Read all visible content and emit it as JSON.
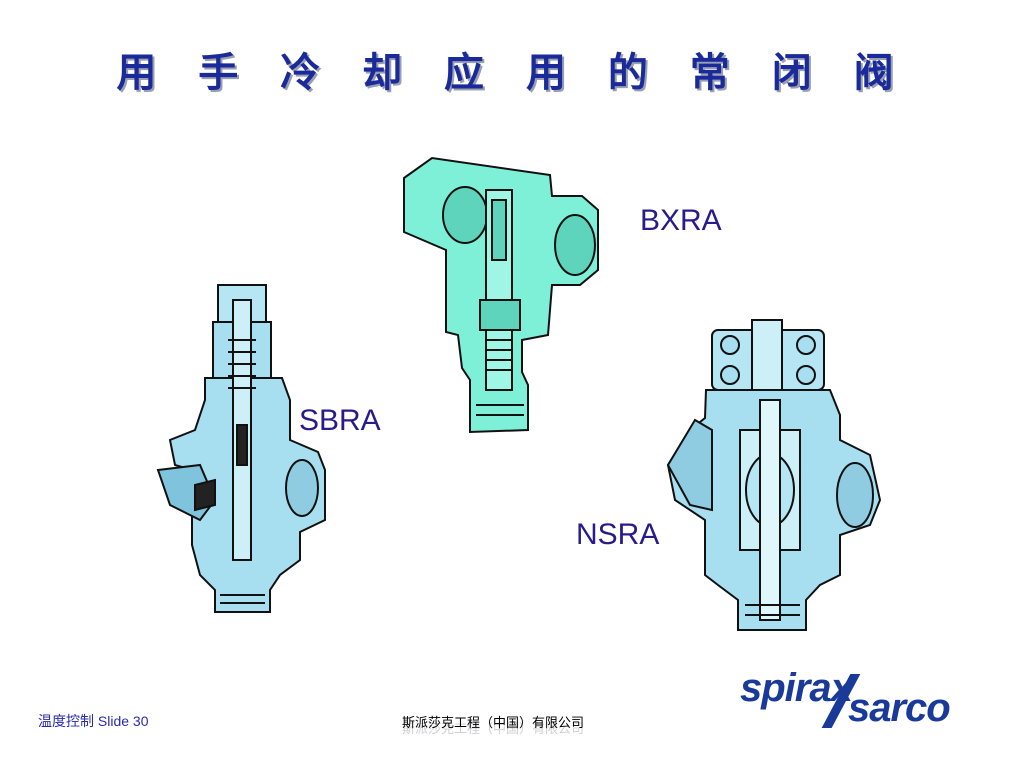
{
  "title": "用 手 冷 却 应 用 的 常 闭 阀",
  "labels": {
    "bxra": "BXRA",
    "sbra": "SBRA",
    "nsra": "NSRA"
  },
  "footer": {
    "left": "温度控制 Slide   30",
    "center": "斯派莎克工程（中国）有限公司"
  },
  "logo": {
    "word1": "spirax",
    "word2": "sarco"
  },
  "colors": {
    "title": "#1a2a9a",
    "valve_bxra": "#7ff0d8",
    "valve_body": "#a8dff0",
    "logo": "#1a3a9a"
  }
}
